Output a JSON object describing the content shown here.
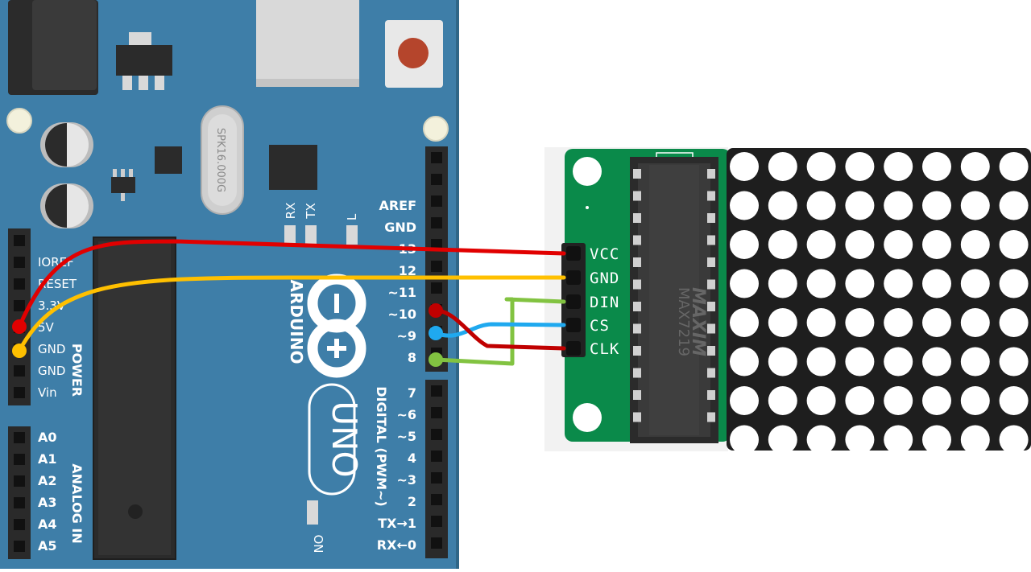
{
  "arduino": {
    "brand": "ARDUINO",
    "model": "UNO",
    "crystal_text": "SPK16.000G",
    "power_section_label": "POWER",
    "analog_section_label": "ANALOG IN",
    "digital_section_label": "DIGITAL (PWM~)",
    "led_labels": {
      "rx": "RX",
      "tx": "TX",
      "l": "L"
    },
    "on_label": "ON",
    "power_pins": [
      "IOREF",
      "RESET",
      "3.3V",
      "5V",
      "GND",
      "GND",
      "Vin"
    ],
    "analog_pins": [
      "A0",
      "A1",
      "A2",
      "A3",
      "A4",
      "A5"
    ],
    "digital_pins_upper": [
      "AREF",
      "GND",
      "13",
      "12",
      "~11",
      "~10",
      "~9",
      "8"
    ],
    "digital_pins_lower": [
      "7",
      "~6",
      "~5",
      "4",
      "~3",
      "2",
      "TX→1",
      "RX←0"
    ]
  },
  "module": {
    "chip_text": "MAX7219",
    "maker_text": "MAXIM",
    "pins": [
      "VCC",
      "GND",
      "DIN",
      "CS",
      "CLK"
    ],
    "matrix_rows": 8,
    "matrix_cols": 8
  },
  "wires": [
    {
      "from": "5V",
      "to": "VCC",
      "color": "#e10000"
    },
    {
      "from": "GND",
      "to": "GND",
      "color": "#ffc000"
    },
    {
      "from": "8",
      "to": "DIN",
      "color": "#82c341"
    },
    {
      "from": "~9",
      "to": "CS",
      "color": "#1fa9ef"
    },
    {
      "from": "~10",
      "to": "CLK",
      "color": "#c00000"
    }
  ],
  "colors": {
    "board": "#3e7ea8",
    "board_edge": "#2f6687",
    "pcb_green": "#0a8a4a",
    "matrix_bg": "#1e1e1e",
    "header": "#2a2a2a"
  }
}
